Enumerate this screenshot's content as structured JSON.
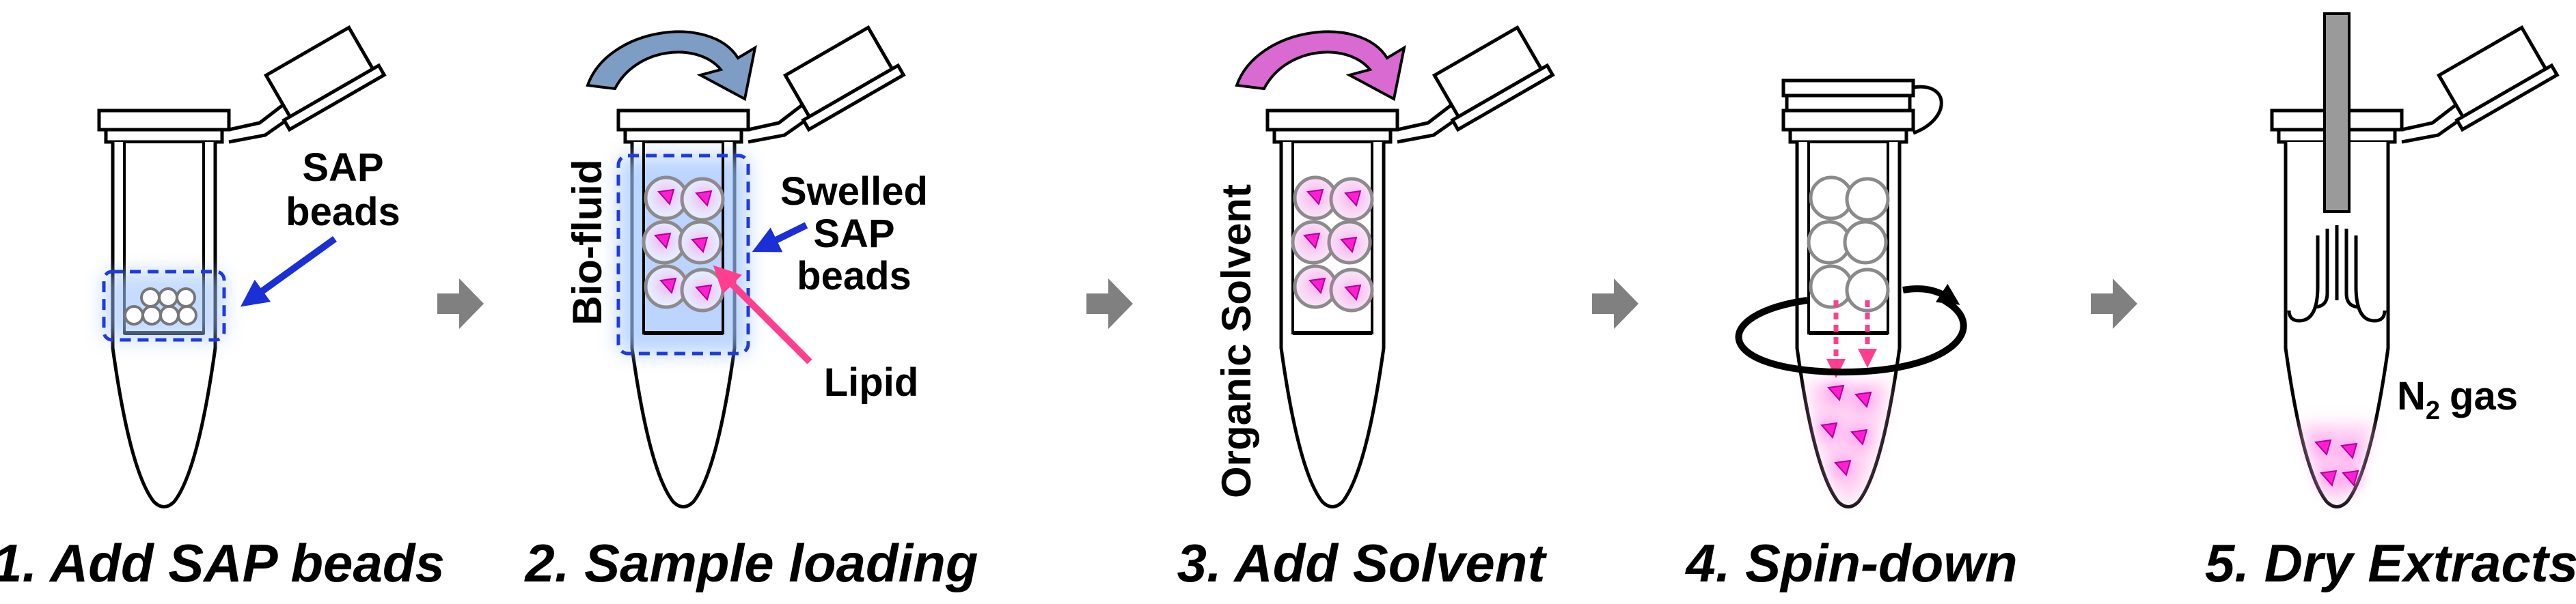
{
  "steps": [
    {
      "label": "1. Add SAP beads"
    },
    {
      "label": "2. Sample loading"
    },
    {
      "label": "3. Add Solvent"
    },
    {
      "label": "4. Spin-down"
    },
    {
      "label": "5. Dry Extracts"
    }
  ],
  "annotations": {
    "sap_beads_line1": "SAP",
    "sap_beads_line2": "beads",
    "swelled_line1": "Swelled",
    "swelled_line2": "SAP",
    "swelled_line3": "beads",
    "lipid": "Lipid",
    "biofluid": "Bio-fluid",
    "organic_solvent": "Organic Solvent",
    "n2": "N",
    "n2_sub": "2",
    "n2_gas": "gas"
  },
  "colors": {
    "outline": "#000000",
    "blue_arrow": "#1a2fd6",
    "blue_glow": "#9fc4ff",
    "dashed_box": "#1f3ae0",
    "biofluid_arrow": "#7d9dc4",
    "solvent_arrow": "#d96ad2",
    "lipid_arrow": "#ff3f8e",
    "lipid": "#ff1fd0",
    "step_arrow": "#808080"
  }
}
